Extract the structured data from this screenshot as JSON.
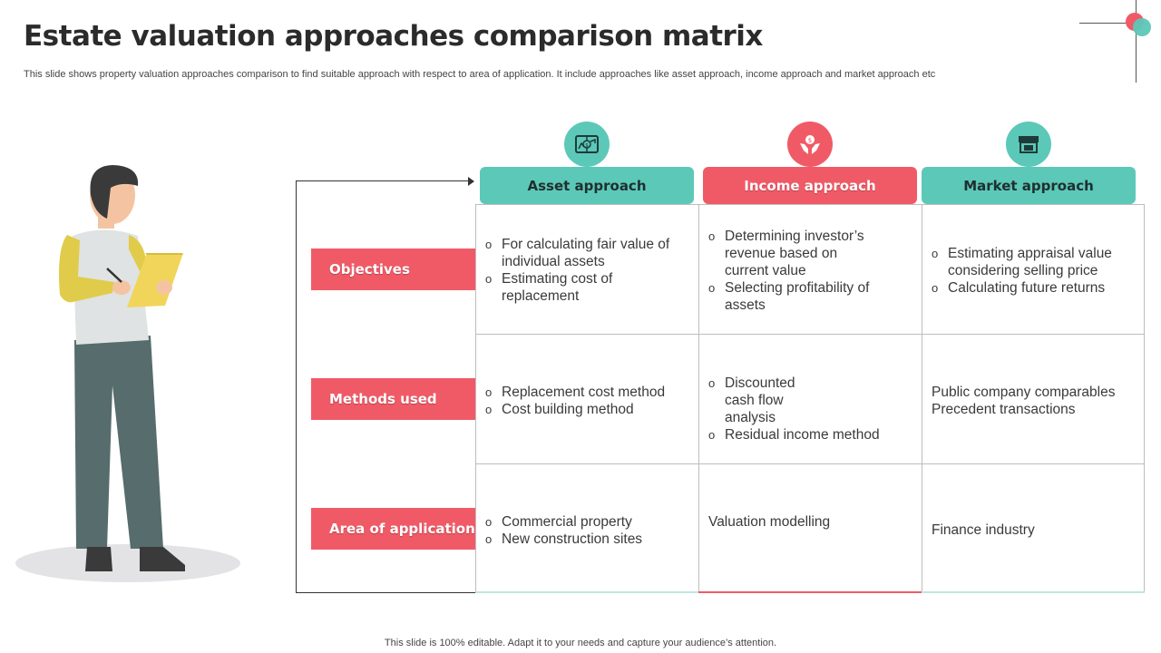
{
  "header": {
    "title": "Estate valuation approaches comparison matrix",
    "subtitle": "This slide shows property valuation approaches comparison to find suitable approach with respect to area of application. It include approaches like asset approach, income approach and market approach etc"
  },
  "columns": [
    {
      "label": "Asset approach",
      "icon": "money-map-icon",
      "color": "#5cc8b8"
    },
    {
      "label": "Income approach",
      "icon": "hands-coin-icon",
      "color": "#f05a67"
    },
    {
      "label": "Market approach",
      "icon": "storefront-icon",
      "color": "#5cc8b8"
    }
  ],
  "rows": [
    {
      "label": "Objectives"
    },
    {
      "label": "Methods used"
    },
    {
      "label": "Area of application"
    }
  ],
  "cells": {
    "objectives": {
      "asset": [
        "For calculating fair value of individual assets",
        "Estimating cost of replacement"
      ],
      "income": [
        "Determining investor’s revenue based on current value",
        "Selecting profitability of assets"
      ],
      "market": [
        "Estimating appraisal value considering selling price",
        "Calculating future returns"
      ]
    },
    "methods": {
      "asset": [
        "Replacement cost method",
        "Cost building method"
      ],
      "income": [
        "Discounted cash flow analysis",
        "Residual income method"
      ],
      "market_line1": "Public company comparables",
      "market_line2": "Precedent transactions"
    },
    "application": {
      "asset": [
        "Commercial property",
        "New construction sites"
      ],
      "income": "Valuation modelling",
      "market": "Finance industry"
    }
  },
  "footer": {
    "note": "This slide is 100% editable. Adapt it to your needs and capture your audience’s attention."
  },
  "colors": {
    "teal": "#5cc8b8",
    "red": "#f05a67"
  }
}
